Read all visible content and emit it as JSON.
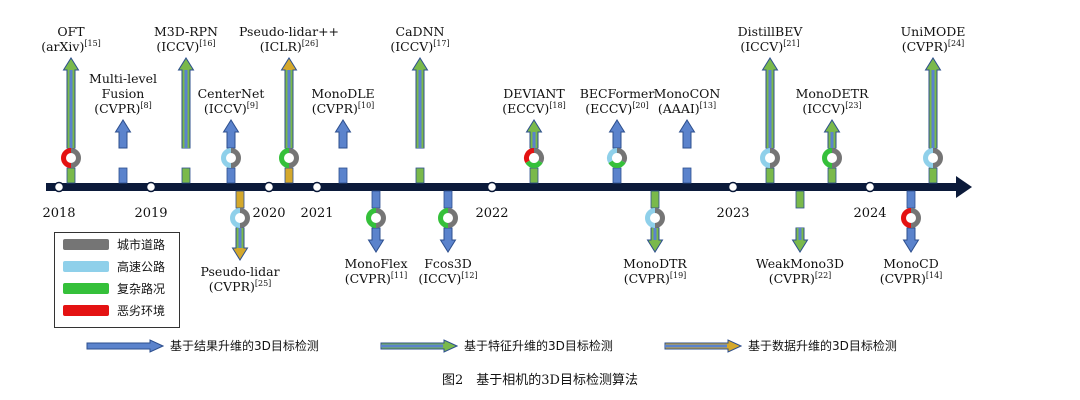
{
  "colors": {
    "axis": "#0b1a3a",
    "ring_urban": "#757575",
    "ring_highway": "#8fd0ea",
    "ring_complex": "#35c03a",
    "ring_adverse": "#e41212",
    "arrow_result": "#5b83cc",
    "arrow_feature": "#7ab94b",
    "arrow_data": "#d4a82c"
  },
  "years": [
    {
      "label": "2018"
    },
    {
      "label": "2019"
    },
    {
      "label": "2020"
    },
    {
      "label": "2021"
    },
    {
      "label": "2022"
    },
    {
      "label": "2023"
    },
    {
      "label": "2024"
    }
  ],
  "methods": [
    {
      "id": "oft",
      "name": "OFT",
      "venue": "(arXiv)",
      "ref": "[15]",
      "side": "up",
      "len": "tall",
      "stripe": "feature",
      "rings": [
        "urban",
        "adverse"
      ]
    },
    {
      "id": "mlf",
      "name": "Multi-level\nFusion",
      "venue": "(CVPR)",
      "ref": "[8]",
      "side": "up",
      "len": "short",
      "stripe": "result",
      "rings": [
        "urban"
      ]
    },
    {
      "id": "m3drpn",
      "name": "M3D-RPN",
      "venue": "(ICCV)",
      "ref": "[16]",
      "side": "up",
      "len": "tall",
      "stripe": "feature",
      "rings": [
        "urban"
      ]
    },
    {
      "id": "centernet",
      "name": "CenterNet",
      "venue": "(ICCV)",
      "ref": "[9]",
      "side": "up",
      "len": "short",
      "stripe": "result",
      "rings": [
        "urban",
        "highway"
      ]
    },
    {
      "id": "pseudolidar",
      "name": "Pseudo-lidar",
      "venue": "(CVPR)",
      "ref": "[25]",
      "side": "down",
      "len": "short",
      "stripe": "data",
      "rings": [
        "urban",
        "highway"
      ]
    },
    {
      "id": "pseudolidarpp",
      "name": "Pseudo-lidar++",
      "venue": "(ICLR)",
      "ref": "[26]",
      "side": "up",
      "len": "tall",
      "stripe": "data",
      "rings": [
        "urban",
        "complex"
      ]
    },
    {
      "id": "monodle",
      "name": "MonoDLE",
      "venue": "(CVPR)",
      "ref": "[10]",
      "side": "up",
      "len": "short",
      "stripe": "result",
      "rings": [
        "urban"
      ]
    },
    {
      "id": "monoflex",
      "name": "MonoFlex",
      "venue": "(CVPR)",
      "ref": "[11]",
      "side": "down",
      "len": "long",
      "stripe": "result",
      "rings": [
        "urban",
        "complex"
      ]
    },
    {
      "id": "cadnn",
      "name": "CaDNN",
      "venue": "(ICCV)",
      "ref": "[17]",
      "side": "up",
      "len": "tall",
      "stripe": "feature",
      "rings": [
        "urban"
      ]
    },
    {
      "id": "fcos3d",
      "name": "Fcos3D",
      "venue": "(ICCV)",
      "ref": "[12]",
      "side": "down",
      "len": "long",
      "stripe": "result",
      "rings": [
        "urban",
        "complex"
      ]
    },
    {
      "id": "deviant",
      "name": "DEVIANT",
      "venue": "(ECCV)",
      "ref": "[18]",
      "side": "up",
      "len": "short",
      "stripe": "feature",
      "rings": [
        "urban",
        "complex",
        "adverse"
      ]
    },
    {
      "id": "becformer",
      "name": "BECFormer",
      "venue": "(ECCV)",
      "ref": "[20]",
      "side": "up",
      "len": "short",
      "stripe": "result",
      "rings": [
        "urban",
        "complex",
        "highway"
      ]
    },
    {
      "id": "monodtr",
      "name": "MonoDTR",
      "venue": "(CVPR)",
      "ref": "[19]",
      "side": "down",
      "len": "long",
      "stripe": "feature",
      "rings": [
        "urban",
        "highway"
      ]
    },
    {
      "id": "monocon",
      "name": "MonoCON",
      "venue": "(AAAI)",
      "ref": "[13]",
      "side": "up",
      "len": "short",
      "stripe": "result",
      "rings": [
        "urban"
      ]
    },
    {
      "id": "distillbev",
      "name": "DistillBEV",
      "venue": "(ICCV)",
      "ref": "[21]",
      "side": "up",
      "len": "tall",
      "stripe": "feature",
      "rings": [
        "urban",
        "highway"
      ]
    },
    {
      "id": "weakmono3d",
      "name": "WeakMono3D",
      "venue": "(CVPR)",
      "ref": "[22]",
      "side": "down",
      "len": "long",
      "stripe": "feature",
      "rings": [
        "urban"
      ]
    },
    {
      "id": "monodetr",
      "name": "MonoDETR",
      "venue": "(ICCV)",
      "ref": "[23]",
      "side": "up",
      "len": "short",
      "stripe": "feature",
      "rings": [
        "urban",
        "complex"
      ]
    },
    {
      "id": "monocd",
      "name": "MonoCD",
      "venue": "(CVPR)",
      "ref": "[14]",
      "side": "down",
      "len": "long",
      "stripe": "result",
      "rings": [
        "urban",
        "adverse"
      ]
    },
    {
      "id": "unimode",
      "name": "UniMODE",
      "venue": "(CVPR)",
      "ref": "[24]",
      "side": "up",
      "len": "tall",
      "stripe": "feature",
      "rings": [
        "urban",
        "highway"
      ]
    }
  ],
  "legend": {
    "scenes": [
      {
        "key": "urban",
        "label": "城市道路"
      },
      {
        "key": "highway",
        "label": "高速公路"
      },
      {
        "key": "complex",
        "label": "复杂路况"
      },
      {
        "key": "adverse",
        "label": "恶劣环境"
      }
    ],
    "arrows": [
      {
        "key": "result",
        "label": "基于结果升维的3D目标检测"
      },
      {
        "key": "feature",
        "label": "基于特征升维的3D目标检测"
      },
      {
        "key": "data",
        "label": "基于数据升维的3D目标检测"
      }
    ]
  },
  "caption": "图2　基于相机的3D目标检测算法"
}
